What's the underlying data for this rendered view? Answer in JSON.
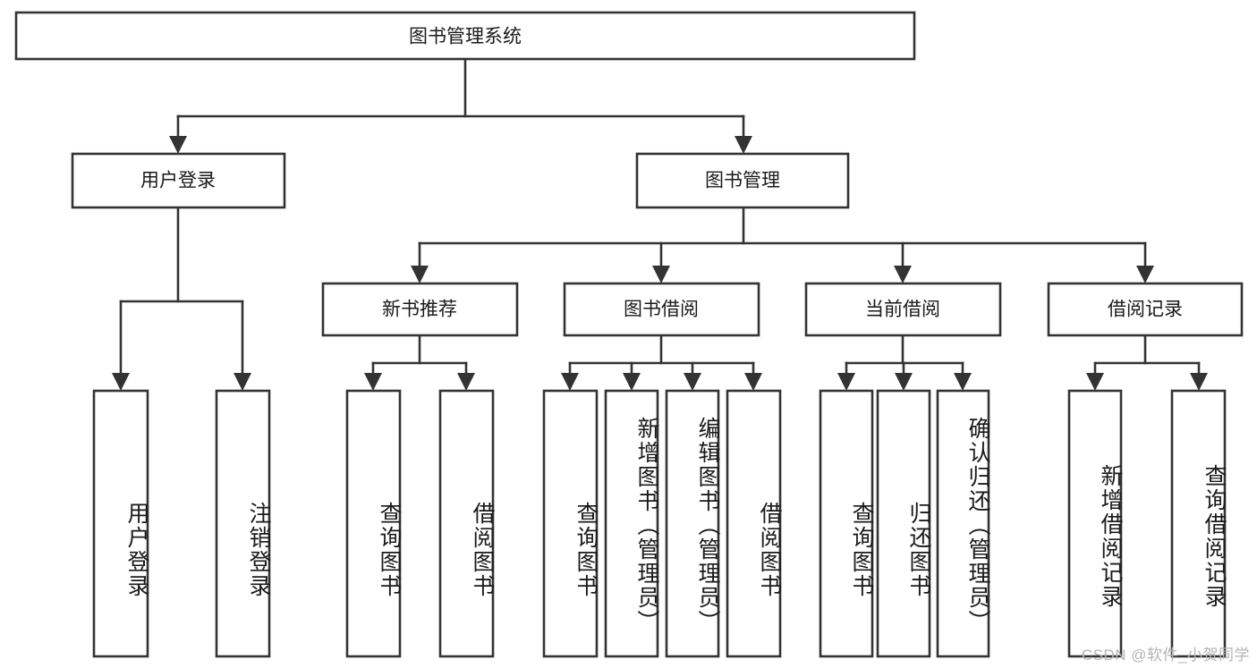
{
  "diagram": {
    "type": "tree-hierarchy",
    "title": "图书管理系统",
    "root": {
      "id": "root",
      "label": "图书管理系统"
    },
    "level2": [
      {
        "id": "user-login",
        "label": "用户登录"
      },
      {
        "id": "book-manage",
        "label": "图书管理"
      }
    ],
    "level3": [
      {
        "id": "new-book-rec",
        "label": "新书推荐",
        "parent": "book-manage"
      },
      {
        "id": "book-borrow",
        "label": "图书借阅",
        "parent": "book-manage"
      },
      {
        "id": "current-borrow",
        "label": "当前借阅",
        "parent": "book-manage"
      },
      {
        "id": "borrow-record",
        "label": "借阅记录",
        "parent": "book-manage"
      }
    ],
    "leaves": [
      {
        "id": "leaf-user-login",
        "label": "用户登录",
        "parent": "user-login"
      },
      {
        "id": "leaf-logout",
        "label": "注销登录",
        "parent": "user-login"
      },
      {
        "id": "leaf-query-book-1",
        "label": "查询图书",
        "parent": "new-book-rec"
      },
      {
        "id": "leaf-borrow-book-1",
        "label": "借阅图书",
        "parent": "new-book-rec"
      },
      {
        "id": "leaf-query-book-2",
        "label": "查询图书",
        "parent": "book-borrow"
      },
      {
        "id": "leaf-add-book",
        "label": "新增图书（管理员）",
        "parent": "book-borrow"
      },
      {
        "id": "leaf-edit-book",
        "label": "编辑图书（管理员）",
        "parent": "book-borrow"
      },
      {
        "id": "leaf-borrow-book-2",
        "label": "借阅图书",
        "parent": "book-borrow"
      },
      {
        "id": "leaf-query-book-3",
        "label": "查询图书",
        "parent": "current-borrow"
      },
      {
        "id": "leaf-return-book",
        "label": "归还图书",
        "parent": "current-borrow"
      },
      {
        "id": "leaf-confirm-return",
        "label": "确认归还（管理员）",
        "parent": "current-borrow"
      },
      {
        "id": "leaf-add-record",
        "label": "新增借阅记录",
        "parent": "borrow-record"
      },
      {
        "id": "leaf-query-record",
        "label": "查询借阅记录",
        "parent": "borrow-record"
      }
    ],
    "colors": {
      "stroke": "#333333",
      "fill": "#ffffff",
      "text": "#1a1a1a",
      "watermark": "#b4b4b4"
    }
  },
  "watermark": {
    "text": "CSDN @软件_小贺同学"
  }
}
